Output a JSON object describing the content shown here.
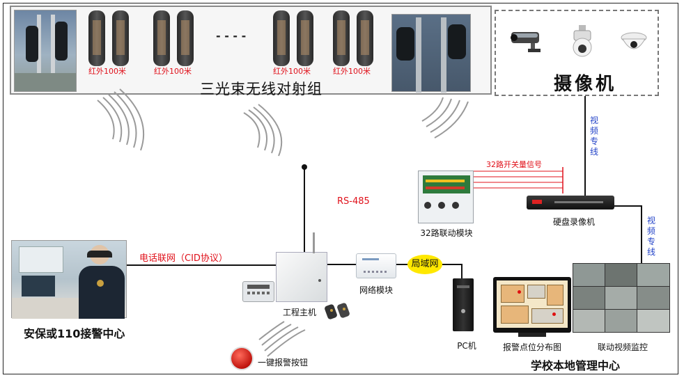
{
  "beams": {
    "title": "三光束无线对射组",
    "labels": [
      "红外100米",
      "红外100米",
      "红外100米",
      "红外100米"
    ],
    "ellipsis": "- - - -"
  },
  "camera": {
    "title": "摄像机"
  },
  "video_line_1": "视频专线",
  "video_line_2": "视频专线",
  "switch_signal": "32路开关量信号",
  "rs485": "RS-485",
  "phone_link": "电话联网（CID协议）",
  "lan": "局域网",
  "nodes": {
    "linkage_module": "32路联动模块",
    "dvr": "硬盘录像机",
    "host": "工程主机",
    "network_module": "网络模块",
    "pc": "PC机",
    "alarm_map": "报警点位分布图",
    "video_monitor": "联动视频监控",
    "panic_button": "一键报警按钮"
  },
  "centers": {
    "security_110": "安保或110接警中心",
    "school_center": "学校本地管理中心"
  },
  "colors": {
    "signal_red": "#e0101a",
    "video_blue": "#2444c8",
    "lan_yellow": "#ffe800"
  }
}
